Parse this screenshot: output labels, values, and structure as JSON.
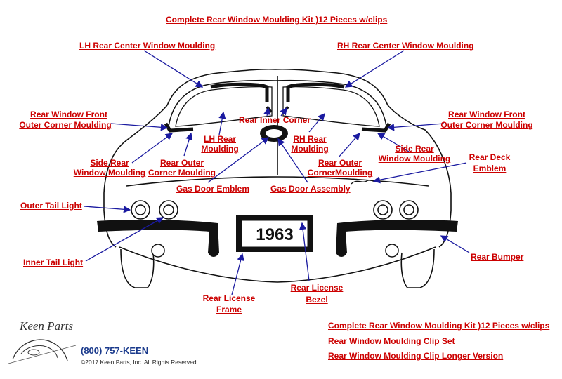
{
  "header_link": "Complete Rear Window Moulding Kit )12 Pieces w/clips",
  "labels": {
    "lh_center": "LH Rear Center Window Moulding",
    "rh_center": "RH Rear Center Window Moulding",
    "rear_front_outer_lh_1": "Rear Window Front",
    "rear_front_outer_lh_2": "Outer Corner Moulding",
    "rear_front_outer_rh_1": "Rear Window Front",
    "rear_front_outer_rh_2": "Outer Corner Moulding",
    "inner_corner": "Rear Inner Corner",
    "lh_rear_1": "LH Rear",
    "lh_rear_2": "Moulding",
    "rh_rear_1": "RH Rear",
    "rh_rear_2": "Moulding",
    "side_rear_lh_1": "Side Rear",
    "side_rear_lh_2": "Window Moulding",
    "side_rear_rh_1": "Side Rear",
    "side_rear_rh_2": "Window Moulding",
    "outer_corner_lh_1": "Rear Outer",
    "outer_corner_lh_2": "Corner Moulding",
    "outer_corner_rh_1": "Rear Outer",
    "outer_corner_rh_2": "CornerMoulding",
    "deck_emblem_1": "Rear Deck",
    "deck_emblem_2": "Emblem",
    "gas_door_emblem": "Gas Door Emblem",
    "gas_door_assembly": "Gas Door Assembly",
    "outer_tail": "Outer Tail Light",
    "inner_tail": "Inner Tail Light",
    "rear_bumper": "Rear Bumper",
    "license_frame_1": "Rear License",
    "license_frame_2": "Frame",
    "license_bezel_1": "Rear License",
    "license_bezel_2": "Bezel"
  },
  "plate_text": "1963",
  "footer_links": [
    "Complete Rear Window Moulding Kit )12 Pieces w/clips",
    "Rear Window Moulding Clip Set",
    "Rear Window Moulding Clip Longer Version"
  ],
  "brand": {
    "logo_text": "Keen Parts",
    "phone": "(800) 757-KEEN",
    "copyright": "©2017 Keen Parts, Inc. All Rights Reserved"
  },
  "colors": {
    "label": "#cc0000",
    "arrow": "#1a1aa0",
    "phone": "#1a3a8c",
    "line": "#111111"
  }
}
